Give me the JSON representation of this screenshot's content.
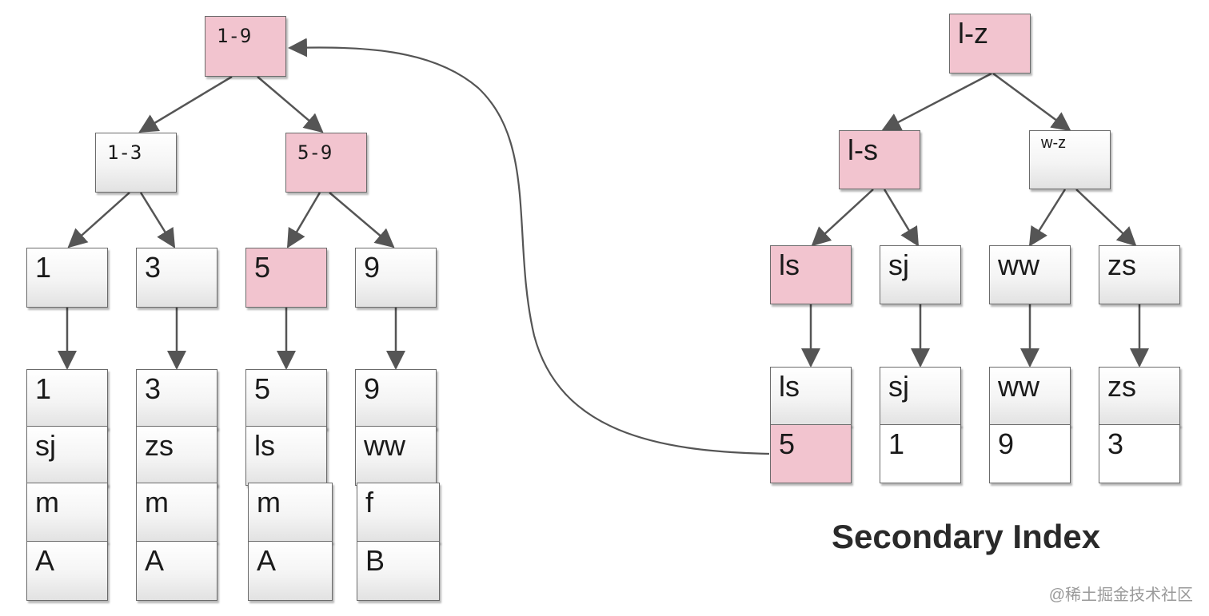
{
  "clustered": {
    "root": "1-9",
    "internal": [
      "1-3",
      "5-9"
    ],
    "leaves": [
      "1",
      "3",
      "5",
      "9"
    ],
    "records": [
      [
        "1",
        "sj",
        "m",
        "A"
      ],
      [
        "3",
        "zs",
        "m",
        "A"
      ],
      [
        "5",
        "ls",
        "m",
        "A"
      ],
      [
        "9",
        "ww",
        "f",
        "B"
      ]
    ]
  },
  "secondary": {
    "root": "l-z",
    "internal": [
      "l-s",
      "w-z"
    ],
    "leaves": [
      "ls",
      "sj",
      "ww",
      "zs"
    ],
    "records": [
      [
        "ls",
        "5"
      ],
      [
        "sj",
        "1"
      ],
      [
        "ww",
        "9"
      ],
      [
        "zs",
        "3"
      ]
    ],
    "caption": "Secondary Index"
  },
  "watermark": "@稀土掘金技术社区",
  "highlight_color": "#f2c4cf",
  "line_color": "#555555"
}
